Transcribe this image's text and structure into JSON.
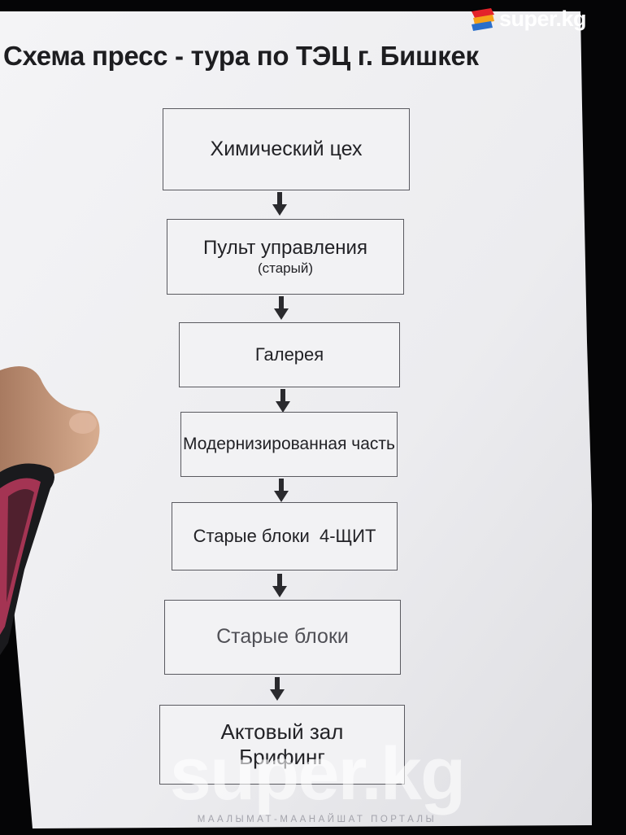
{
  "title": "Схема пресс - тура по ТЭЦ г. Бишкек",
  "steps": [
    {
      "label": "Химический цех",
      "sub": ""
    },
    {
      "label": "Пульт управления",
      "sub": "(старый)"
    },
    {
      "label": "Галерея",
      "sub": ""
    },
    {
      "label": "Модернизированная часть",
      "sub": ""
    },
    {
      "label": "Старые блоки  4-ЩИТ",
      "sub": ""
    },
    {
      "label": "Старые блоки",
      "sub": ""
    },
    {
      "label": "Актовый зал Брифинг",
      "sub": ""
    }
  ],
  "logo_top": {
    "text": "super.kg",
    "icon": "super-kg-logo-icon",
    "colors": [
      "#e4232a",
      "#f6a21a",
      "#2a6fcb"
    ]
  },
  "watermark": {
    "text": "super.kg",
    "tagline": "МААЛЫМАТ-МААНАЙШАТ ПОРТАЛЫ"
  },
  "colors": {
    "paper": "#ececef",
    "background": "#050506",
    "border": "#5a5a60",
    "arrow": "#2a2a2e",
    "skin": "#cfa285",
    "bag_pink": "#b4375a"
  }
}
